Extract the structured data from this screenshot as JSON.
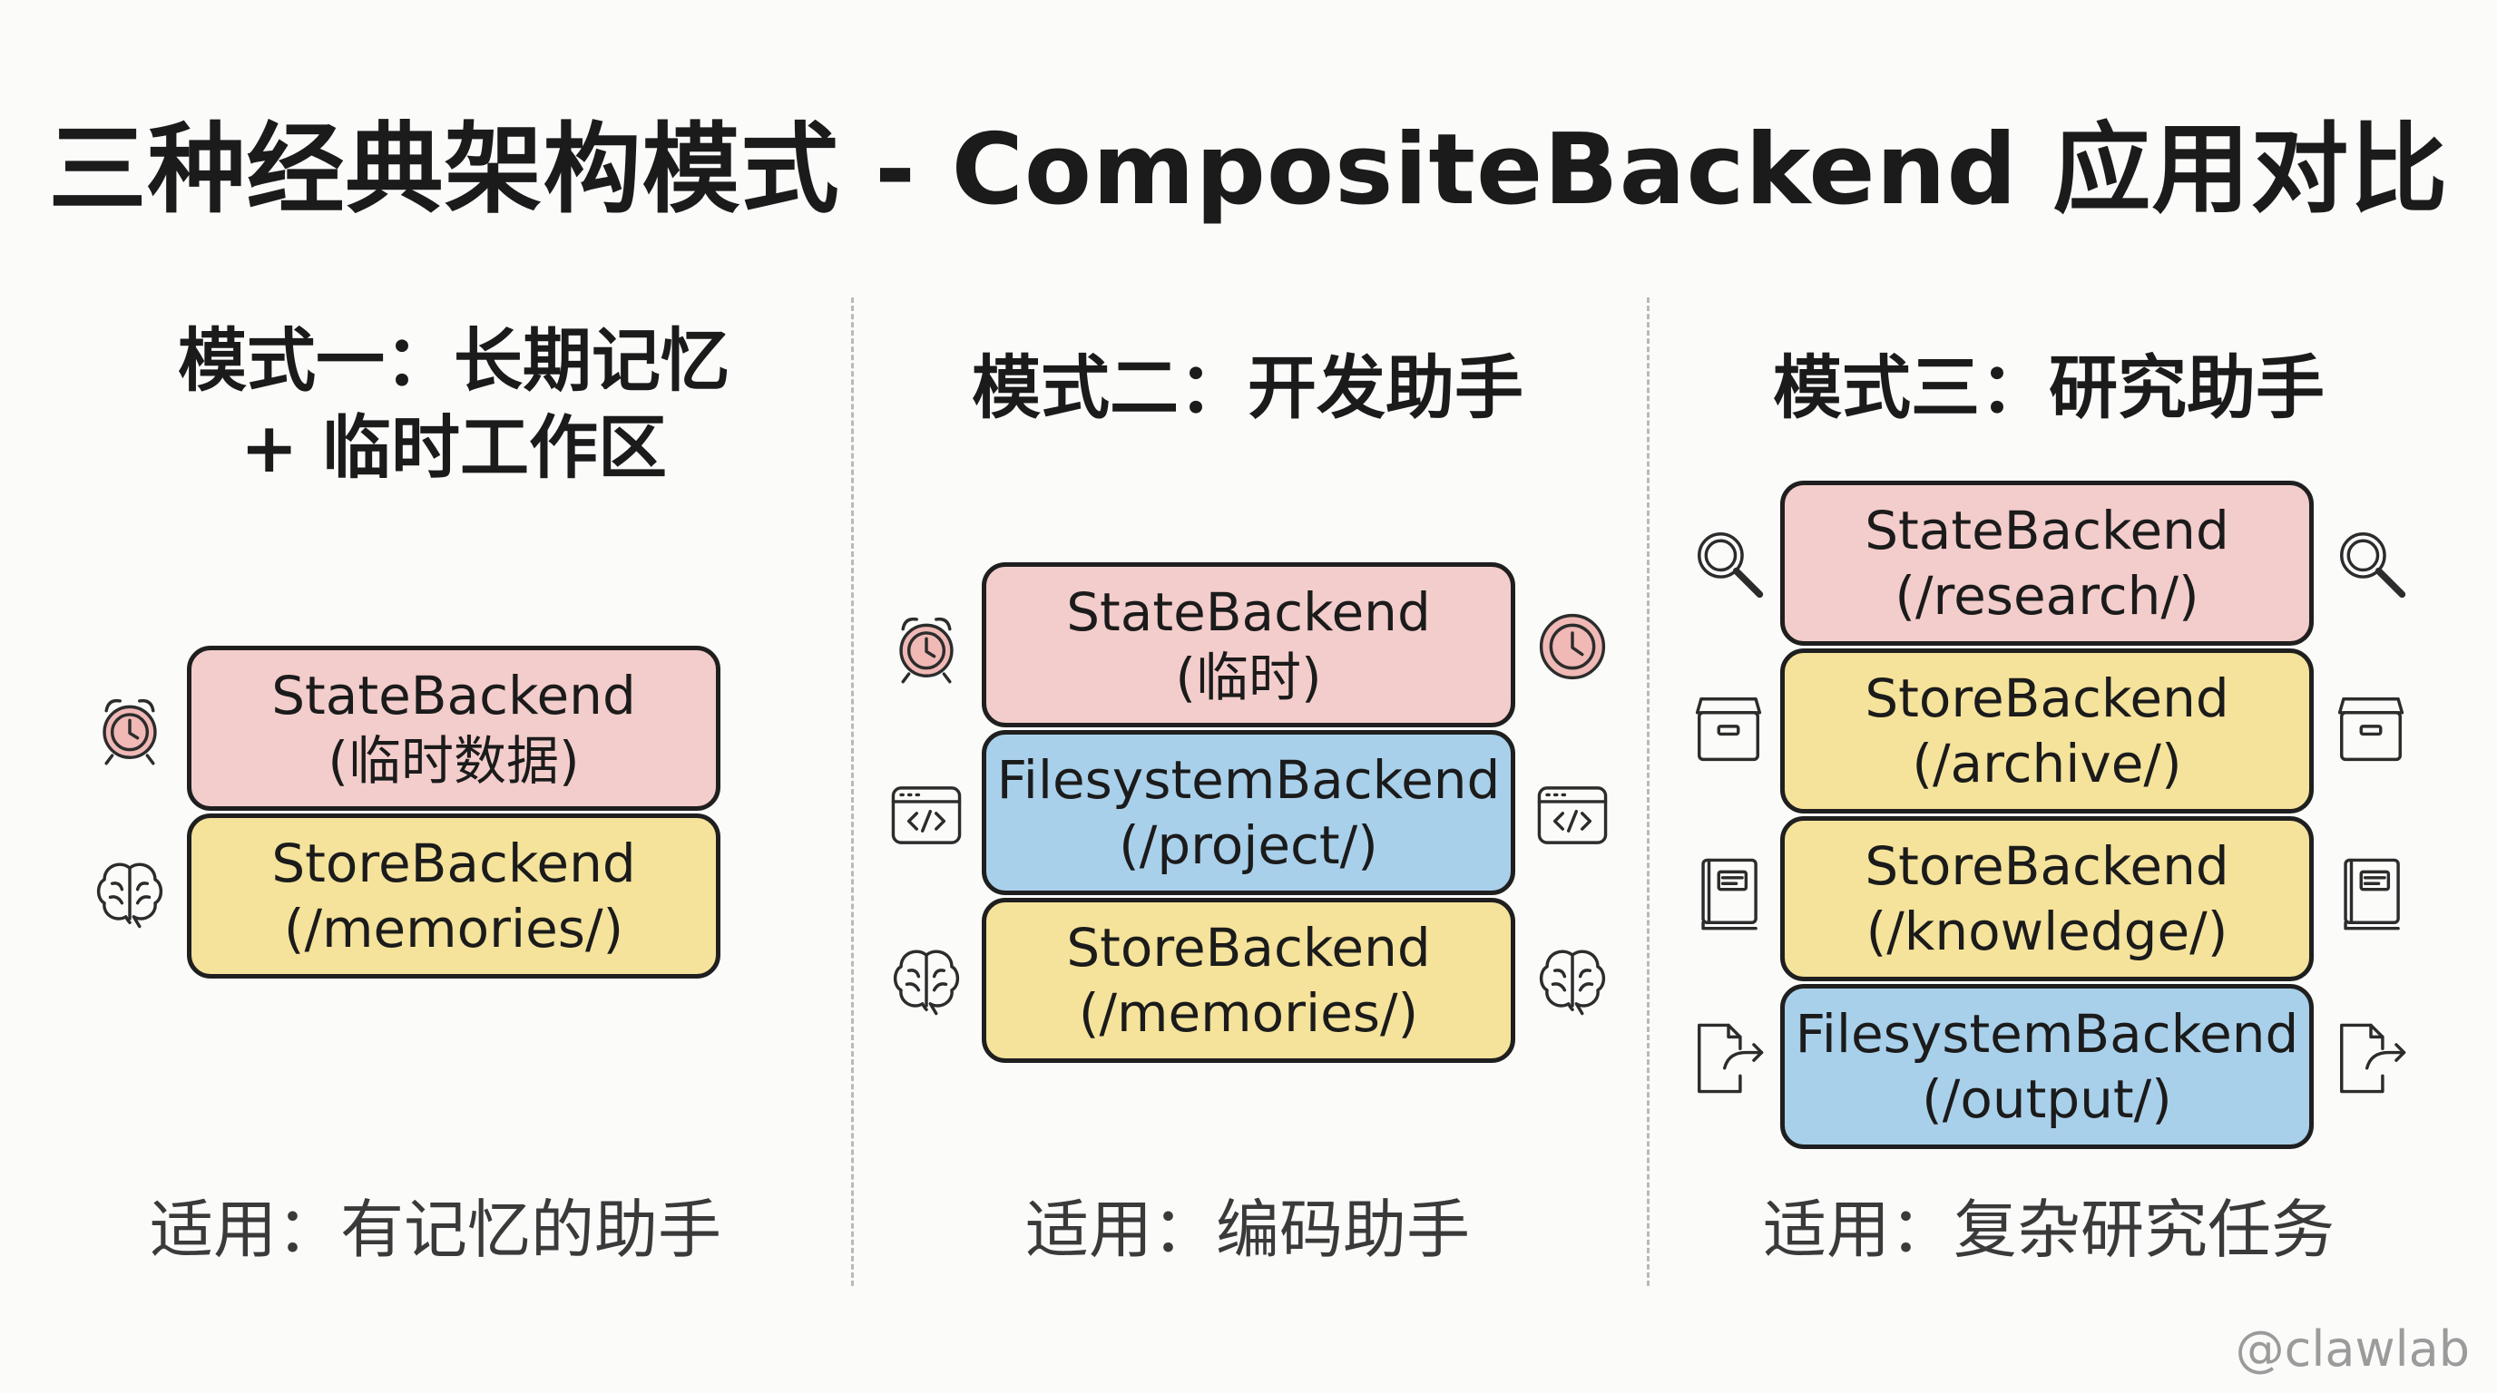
{
  "title": "三种经典架构模式 - CompositeBackend 应用对比",
  "patterns": [
    {
      "title_line1": "模式一：长期记忆",
      "title_line2": "+ 临时工作区",
      "layers": [
        {
          "name": "StateBackend",
          "sub": "(临时数据)",
          "kind": "state",
          "icon": "alarm-clock-icon"
        },
        {
          "name": "StoreBackend",
          "sub": "(/memories/)",
          "kind": "store",
          "icon": "brain-icon"
        }
      ],
      "caption": "适用：有记忆的助手"
    },
    {
      "title_line1": "模式二：开发助手",
      "layers": [
        {
          "name": "StateBackend",
          "sub": "(临时)",
          "kind": "state",
          "icon": "alarm-clock-icon"
        },
        {
          "name": "FilesystemBackend",
          "sub": "(/project/)",
          "kind": "fs",
          "icon": "code-window-icon"
        },
        {
          "name": "StoreBackend",
          "sub": "(/memories/)",
          "kind": "store",
          "icon": "brain-icon"
        }
      ],
      "caption": "适用：编码助手"
    },
    {
      "title_line1": "模式三：研究助手",
      "layers": [
        {
          "name": "StateBackend",
          "sub": "(/research/)",
          "kind": "state",
          "icon": "magnifier-icon"
        },
        {
          "name": "StoreBackend",
          "sub": "(/archive/)",
          "kind": "store",
          "icon": "archive-box-icon"
        },
        {
          "name": "StoreBackend",
          "sub": "(/knowledge/)",
          "kind": "store",
          "icon": "book-icon"
        },
        {
          "name": "FilesystemBackend",
          "sub": "(/output/)",
          "kind": "fs",
          "icon": "file-export-icon"
        }
      ],
      "caption": "适用：复杂研究任务"
    }
  ],
  "colors": {
    "state": "#f3cdcb",
    "store": "#f5e39b",
    "filesystem": "#a9d0ea"
  },
  "watermark": "@clawlab"
}
